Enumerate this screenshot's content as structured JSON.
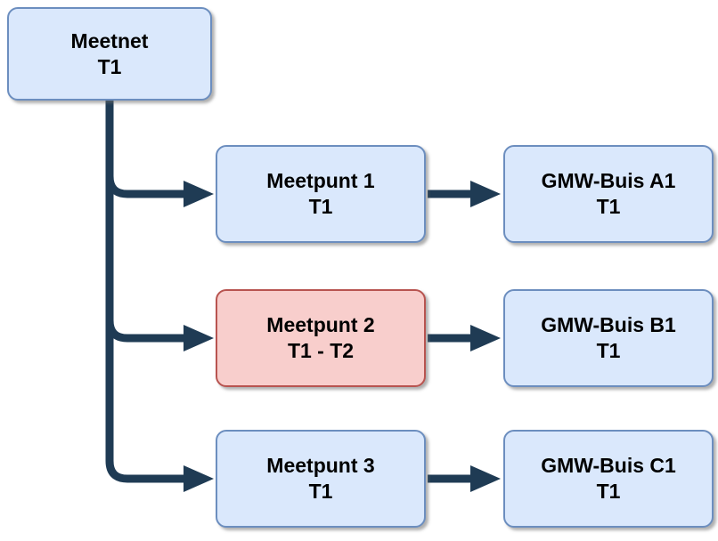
{
  "diagram": {
    "root": {
      "title": "Meetnet",
      "subtitle": "T1"
    },
    "rows": [
      {
        "meetpunt": {
          "title": "Meetpunt 1",
          "subtitle": "T1"
        },
        "buis": {
          "title": "GMW-Buis A1",
          "subtitle": "T1"
        }
      },
      {
        "meetpunt": {
          "title": "Meetpunt 2",
          "subtitle": "T1 - T2"
        },
        "buis": {
          "title": "GMW-Buis B1",
          "subtitle": "T1"
        }
      },
      {
        "meetpunt": {
          "title": "Meetpunt 3",
          "subtitle": "T1"
        },
        "buis": {
          "title": "GMW-Buis C1",
          "subtitle": "T1"
        }
      }
    ],
    "colors": {
      "node_fill": "#dae8fc",
      "node_border": "#6c8ebf",
      "highlight_fill": "#f8cecc",
      "highlight_border": "#b85450",
      "connector": "#1f3b54"
    }
  }
}
